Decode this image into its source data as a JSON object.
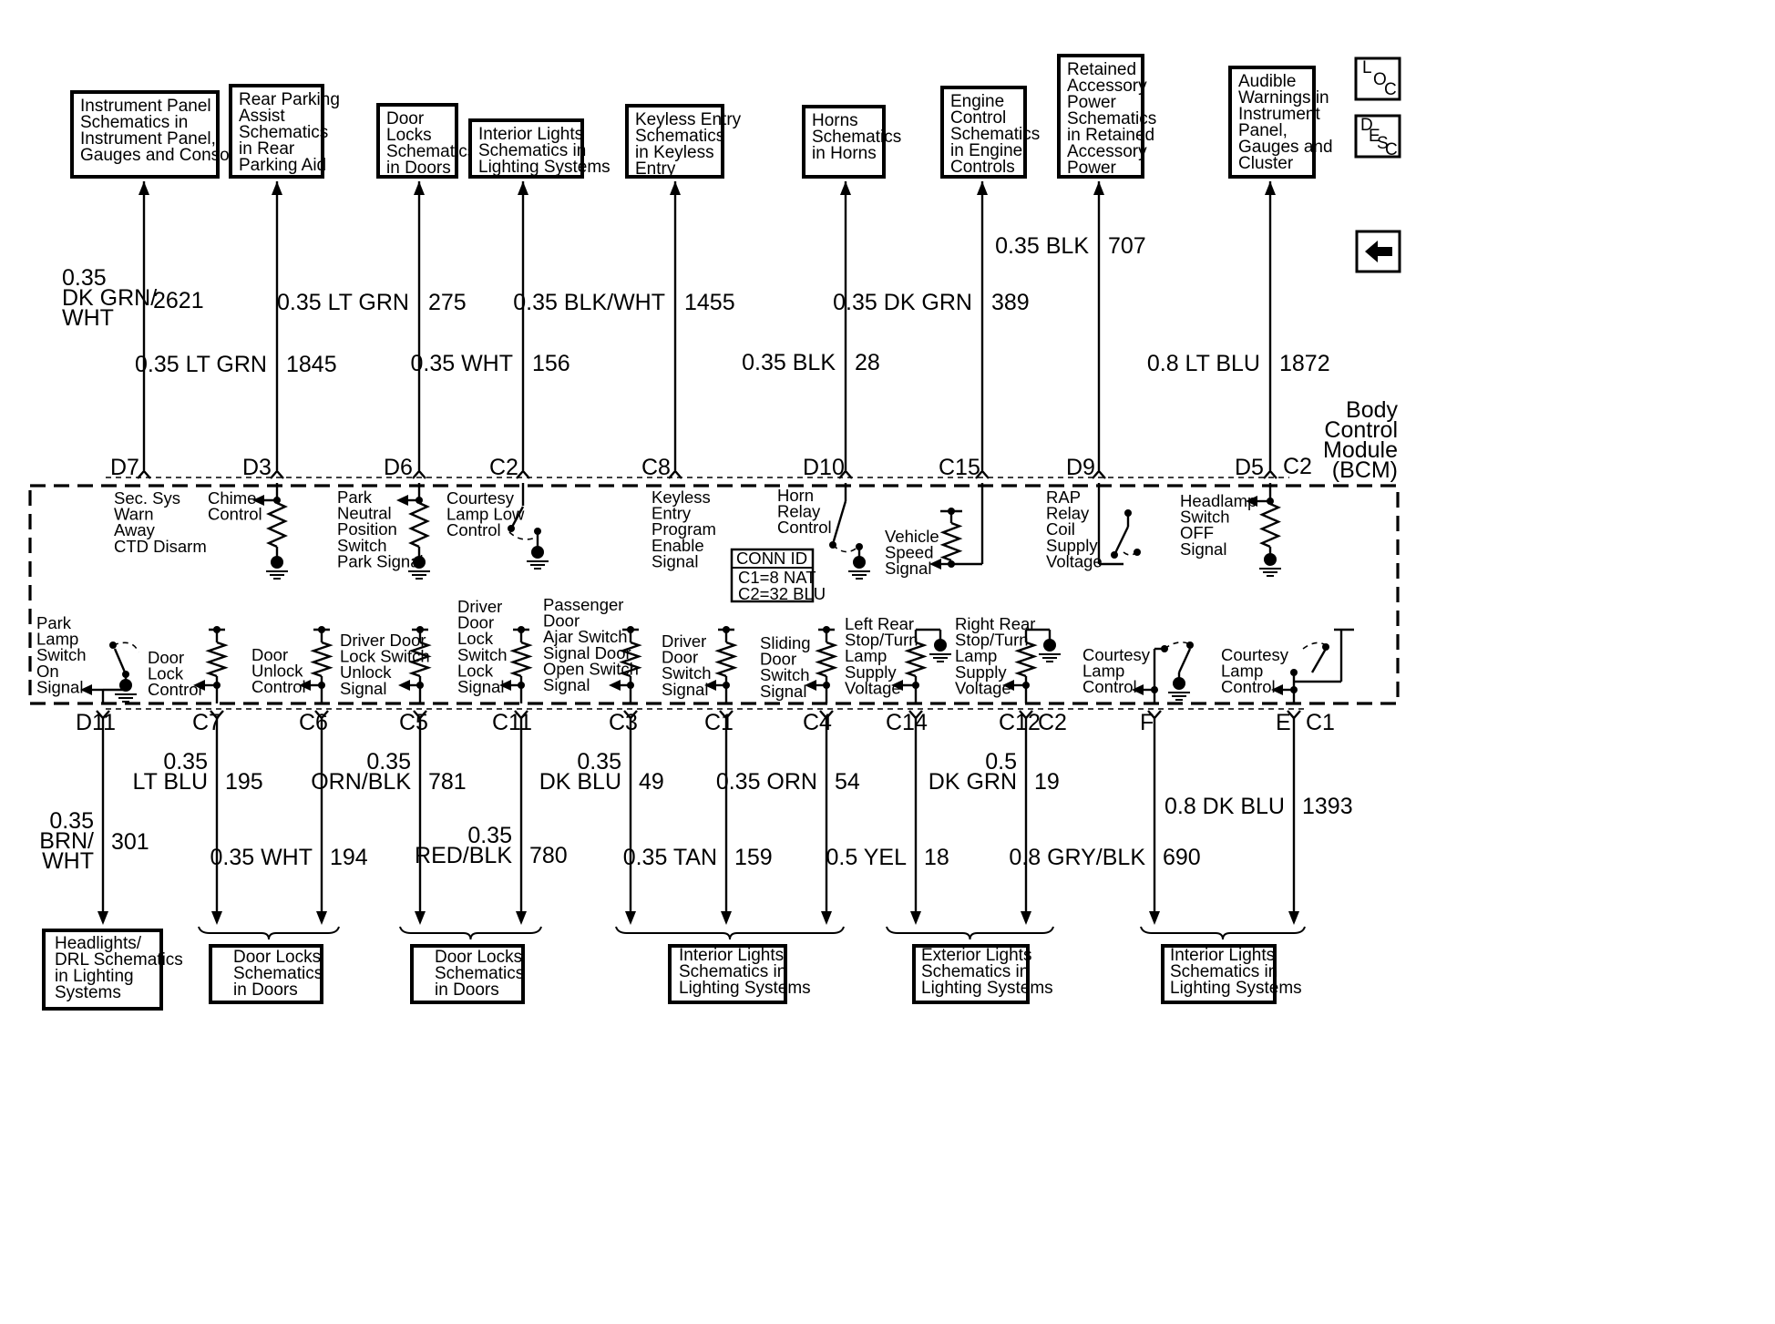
{
  "module_label": [
    "Body",
    "Control",
    "Module",
    "(BCM)"
  ],
  "conn_id": {
    "title": "CONN ID",
    "lines": [
      "C1=8 NAT",
      "C2=32 BLU"
    ]
  },
  "nav": {
    "loc_icon": "loc-icon",
    "desc_icon": "desc-icon",
    "back_icon": "back-arrow-icon"
  },
  "top_circuits": [
    {
      "dest": [
        "Instrument Panel",
        "Schematics in",
        "Instrument Panel,",
        "Gauges and Console"
      ],
      "wire": [
        "0.35",
        "DK GRN/",
        "WHT"
      ],
      "circuit": "2621",
      "pin": "D7",
      "internal": [
        "Sec. Sys",
        "Warn",
        "Away",
        "CTD Disarm"
      ]
    },
    {
      "dest": [
        "Rear Parking",
        "Assist",
        "Schematics",
        "in Rear",
        "Parking Aid"
      ],
      "wire": [
        "0.35 LT GRN"
      ],
      "circuit": "1845",
      "pin": "D3",
      "internal": [
        "Chime",
        "Control"
      ]
    },
    {
      "dest": [
        "Door",
        "Locks",
        "Schematics",
        "in Doors"
      ],
      "wire": [
        "0.35 LT GRN"
      ],
      "circuit": "275",
      "pin": "D6",
      "internal": [
        "Park",
        "Neutral",
        "Position",
        "Switch",
        "Park Signal"
      ]
    },
    {
      "dest": [
        "Interior Lights",
        "Schematics in",
        "Lighting Systems"
      ],
      "wire": [
        "0.35 WHT"
      ],
      "circuit": "156",
      "pin": "C2",
      "internal": [
        "Courtesy",
        "Lamp Low",
        "Control"
      ]
    },
    {
      "dest": [
        "Keyless Entry",
        "Schematics",
        "in Keyless",
        "Entry"
      ],
      "wire": [
        "0.35 BLK/WHT"
      ],
      "circuit": "1455",
      "pin": "C8",
      "internal": [
        "Keyless",
        "Entry",
        "Program",
        "Enable",
        "Signal"
      ]
    },
    {
      "dest": [
        "Horns",
        "Schematics",
        "in Horns"
      ],
      "wire": [
        "0.35 BLK"
      ],
      "circuit": "28",
      "pin": "D10",
      "internal": [
        "Horn",
        "Relay",
        "Control"
      ]
    },
    {
      "dest": [
        "Engine",
        "Control",
        "Schematics",
        "in Engine",
        "Controls"
      ],
      "wire": [
        "0.35 DK GRN"
      ],
      "circuit": "389",
      "pin": "C15",
      "internal": [
        "Vehicle",
        "Speed",
        "Signal"
      ]
    },
    {
      "dest": [
        "Retained",
        "Accessory",
        "Power",
        "Schematics",
        "in Retained",
        "Accessory",
        "Power"
      ],
      "wire": [
        "0.35 BLK"
      ],
      "circuit": "707",
      "pin": "D9",
      "internal": [
        "RAP",
        "Relay",
        "Coil",
        "Supply",
        "Voltage"
      ]
    },
    {
      "dest": [
        "Audible",
        "Warnings in",
        "Instrument",
        "Panel,",
        "Gauges and",
        "Cluster"
      ],
      "wire": [
        "0.8 LT BLU"
      ],
      "circuit": "1872",
      "pin": "D5",
      "connector": "C2",
      "internal": [
        "Headlamp",
        "Switch",
        "OFF",
        "Signal"
      ]
    }
  ],
  "bottom_circuits": [
    {
      "internal": [
        "Park",
        "Lamp",
        "Switch",
        "On",
        "Signal"
      ],
      "pin": "D11",
      "wire": [
        "0.35",
        "BRN/",
        "WHT"
      ],
      "circuit": "301"
    },
    {
      "internal": [
        "Door",
        "Lock",
        "Control"
      ],
      "pin": "C7",
      "wire": [
        "0.35",
        "LT BLU"
      ],
      "circuit": "195"
    },
    {
      "internal": [
        "Door",
        "Unlock",
        "Control"
      ],
      "pin": "C6",
      "wire": [
        "0.35 WHT"
      ],
      "circuit": "194"
    },
    {
      "internal": [
        "Driver Door",
        "Lock Switch",
        "Unlock",
        "Signal"
      ],
      "pin": "C5",
      "wire": [
        "0.35",
        "ORN/BLK"
      ],
      "circuit": "781"
    },
    {
      "internal": [
        "Driver",
        "Door",
        "Lock",
        "Switch",
        "Lock",
        "Signal"
      ],
      "pin": "C11",
      "wire": [
        "0.35",
        "RED/BLK"
      ],
      "circuit": "780"
    },
    {
      "internal": [
        "Passenger",
        "Door",
        "Ajar Switch",
        "Signal Door",
        "Open Switch",
        "Signal"
      ],
      "pin": "C3",
      "wire": [
        "0.35",
        "DK BLU"
      ],
      "circuit": "49"
    },
    {
      "internal": [
        "Driver",
        "Door",
        "Switch",
        "Signal"
      ],
      "pin": "C1",
      "wire": [
        "0.35 TAN"
      ],
      "circuit": "159"
    },
    {
      "internal": [
        "Sliding",
        "Door",
        "Switch",
        "Signal"
      ],
      "pin": "C4",
      "wire": [
        "0.35 ORN"
      ],
      "circuit": "54"
    },
    {
      "internal": [
        "Left Rear",
        "Stop/Turn",
        "Lamp",
        "Supply",
        "Voltage"
      ],
      "pin": "C14",
      "wire": [
        "0.5 YEL"
      ],
      "circuit": "18"
    },
    {
      "internal": [
        "Right Rear",
        "Stop/Turn",
        "Lamp",
        "Supply",
        "Voltage"
      ],
      "pin": "C12",
      "connector": "C2",
      "wire": [
        "0.5",
        "DK GRN"
      ],
      "circuit": "19"
    },
    {
      "internal": [
        "Courtesy",
        "Lamp",
        "Control"
      ],
      "pin": "F",
      "wire": [
        "0.8 GRY/BLK"
      ],
      "circuit": "690"
    },
    {
      "internal": [
        "Courtesy",
        "Lamp",
        "Control"
      ],
      "pin": "E",
      "connector": "C1",
      "wire": [
        "0.8 DK BLU"
      ],
      "circuit": "1393"
    }
  ],
  "bottom_destinations": [
    {
      "label": [
        "Headlights/",
        "DRL Schematics",
        "in Lighting",
        "Systems"
      ]
    },
    {
      "label": [
        "Door Locks",
        "Schematics",
        "in Doors"
      ]
    },
    {
      "label": [
        "Door Locks",
        "Schematics",
        "in Doors"
      ]
    },
    {
      "label": [
        "Interior Lights",
        "Schematics in",
        "Lighting Systems"
      ]
    },
    {
      "label": [
        "Exterior Lights",
        "Schematics in",
        "Lighting Systems"
      ]
    },
    {
      "label": [
        "Interior Lights",
        "Schematics in",
        "Lighting Systems"
      ]
    }
  ]
}
